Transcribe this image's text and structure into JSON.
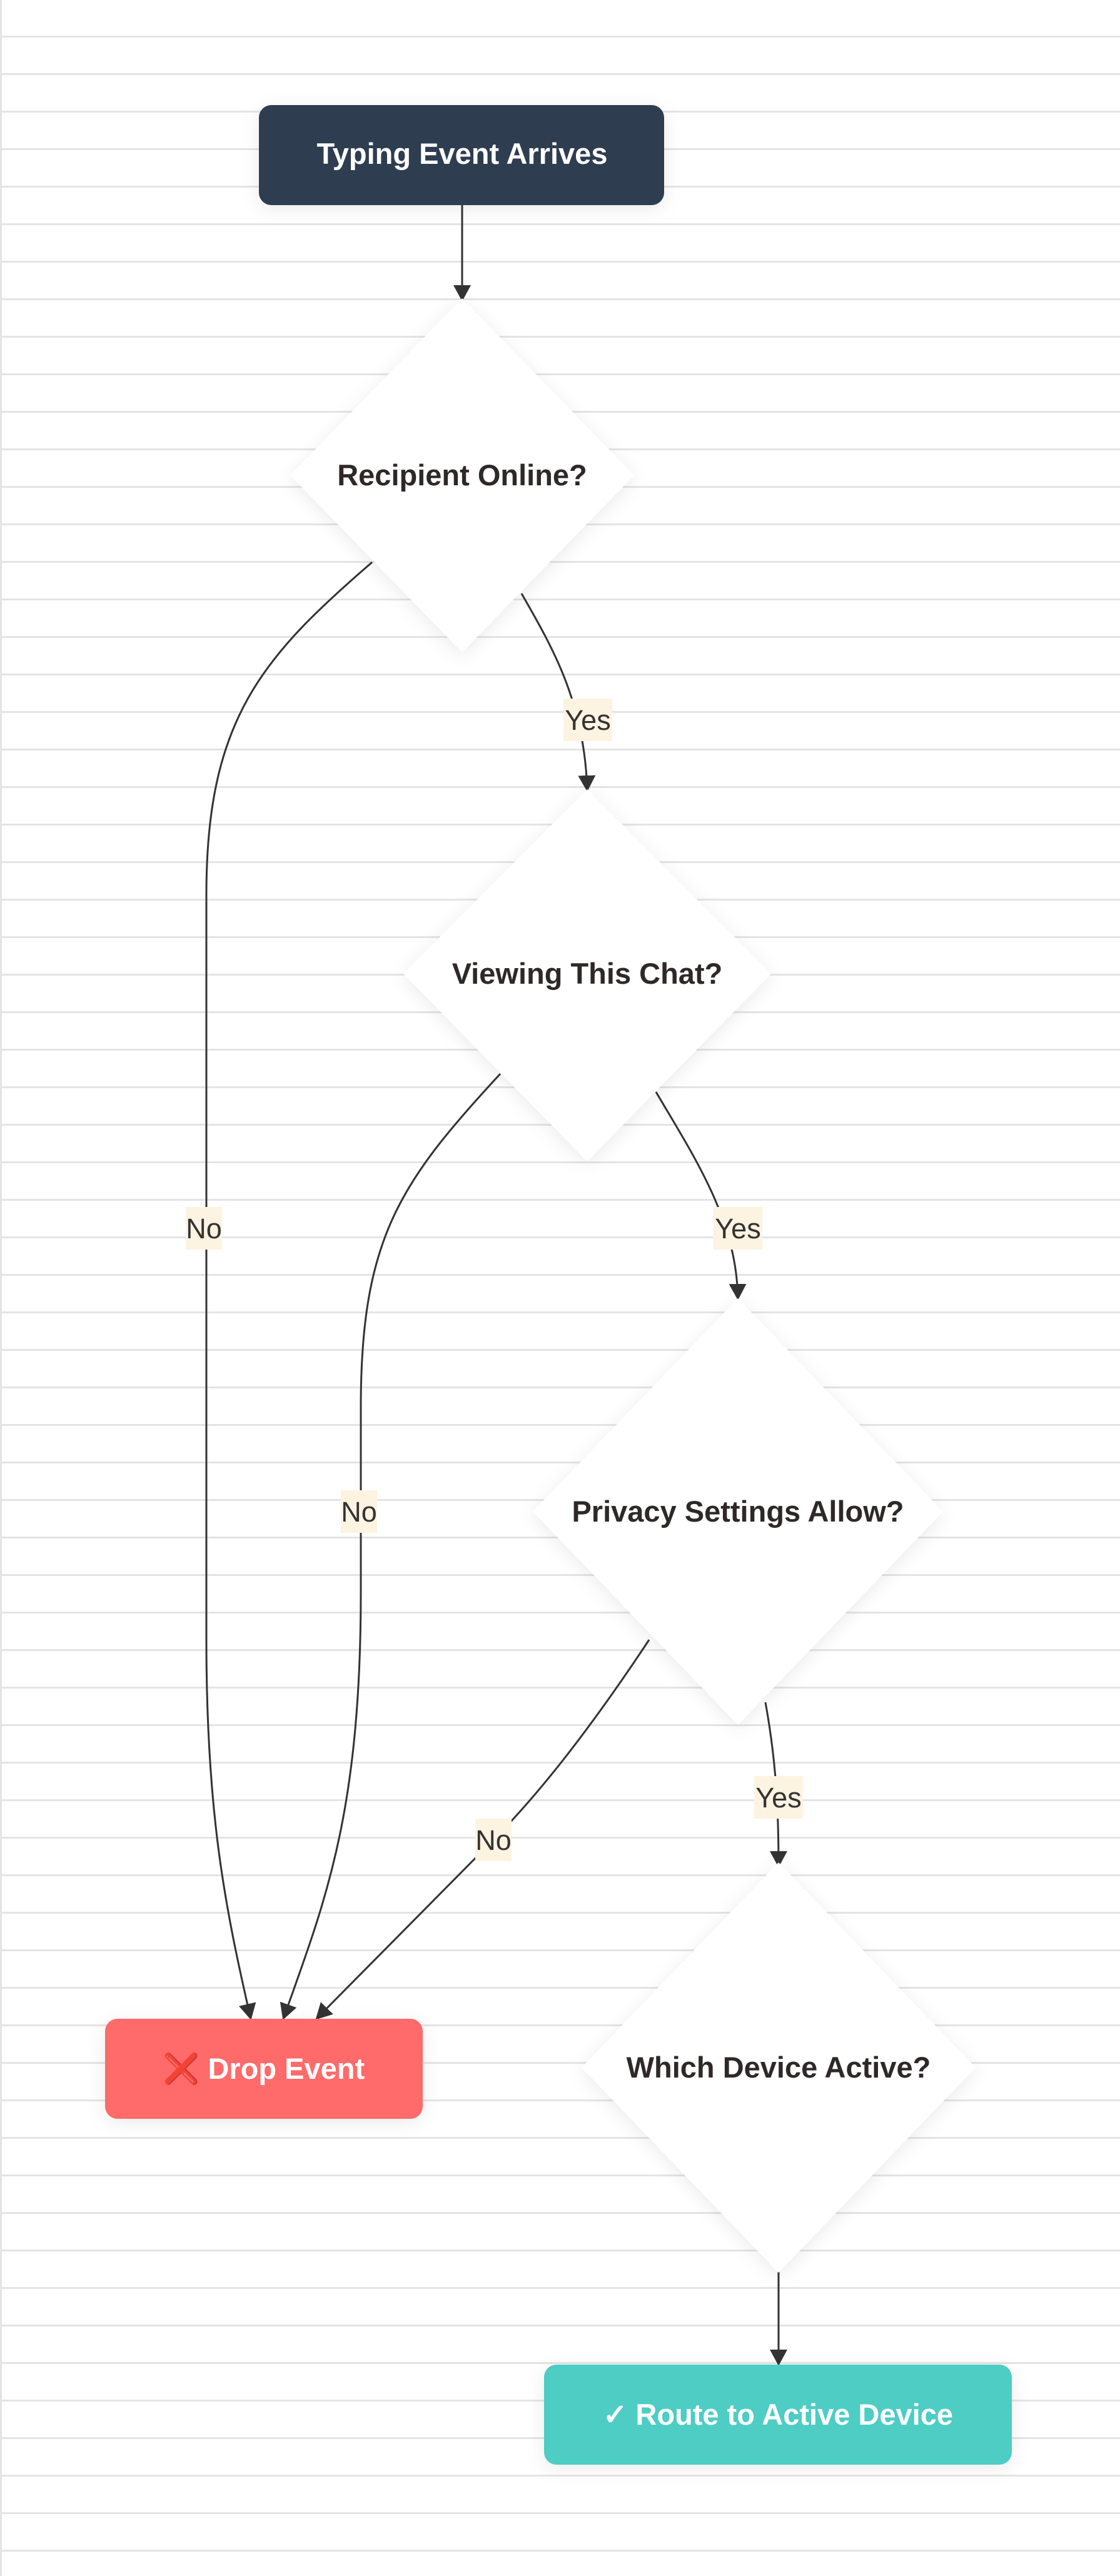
{
  "nodes": {
    "start": "Typing Event Arrives",
    "recipient_online": "Recipient Online?",
    "viewing_chat": "Viewing This Chat?",
    "privacy": "Privacy Settings Allow?",
    "which_device": "Which Device Active?",
    "drop": "❌ Drop Event",
    "route": "✓ Route to Active Device"
  },
  "edges": {
    "online_no": "No",
    "online_yes": "Yes",
    "viewing_no": "No",
    "viewing_yes": "Yes",
    "privacy_no": "No",
    "privacy_yes": "Yes"
  },
  "colors": {
    "start": "#2d3e50",
    "drop": "#ff6b6b",
    "route": "#4ecdc4",
    "label_bg": "#fdf3e1"
  }
}
